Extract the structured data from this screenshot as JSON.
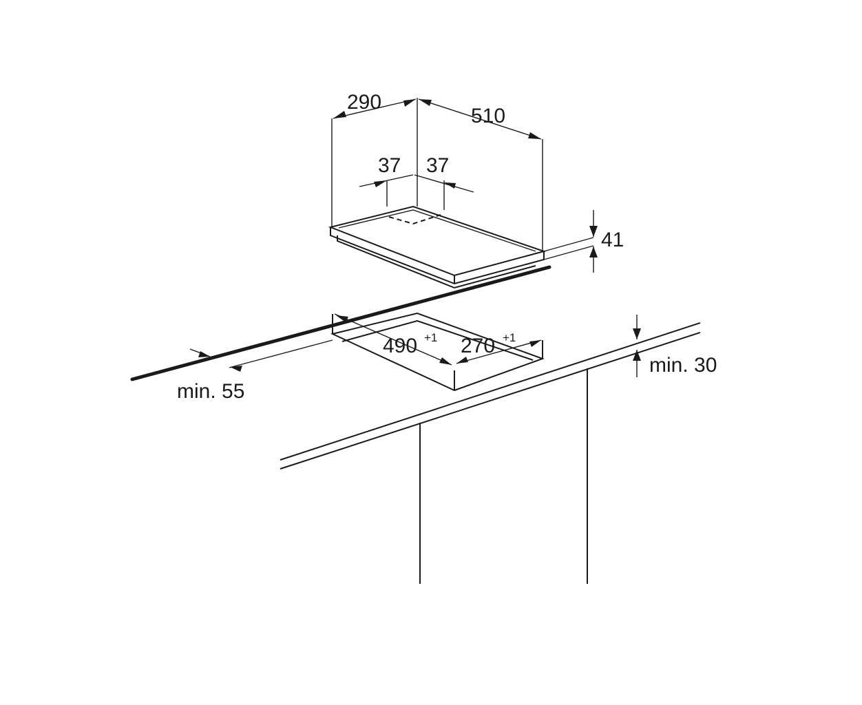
{
  "colors": {
    "background": "#ffffff",
    "ink": "#1a1a1a"
  },
  "dimensions": {
    "hob_depth": "290",
    "hob_width": "510",
    "offset_left": "37",
    "offset_right": "37",
    "hob_height": "41",
    "cutout_width": "490",
    "cutout_width_tol": "+1",
    "cutout_depth": "270",
    "cutout_depth_tol": "+1",
    "min_front": "min. 55",
    "min_thickness": "min. 30"
  }
}
